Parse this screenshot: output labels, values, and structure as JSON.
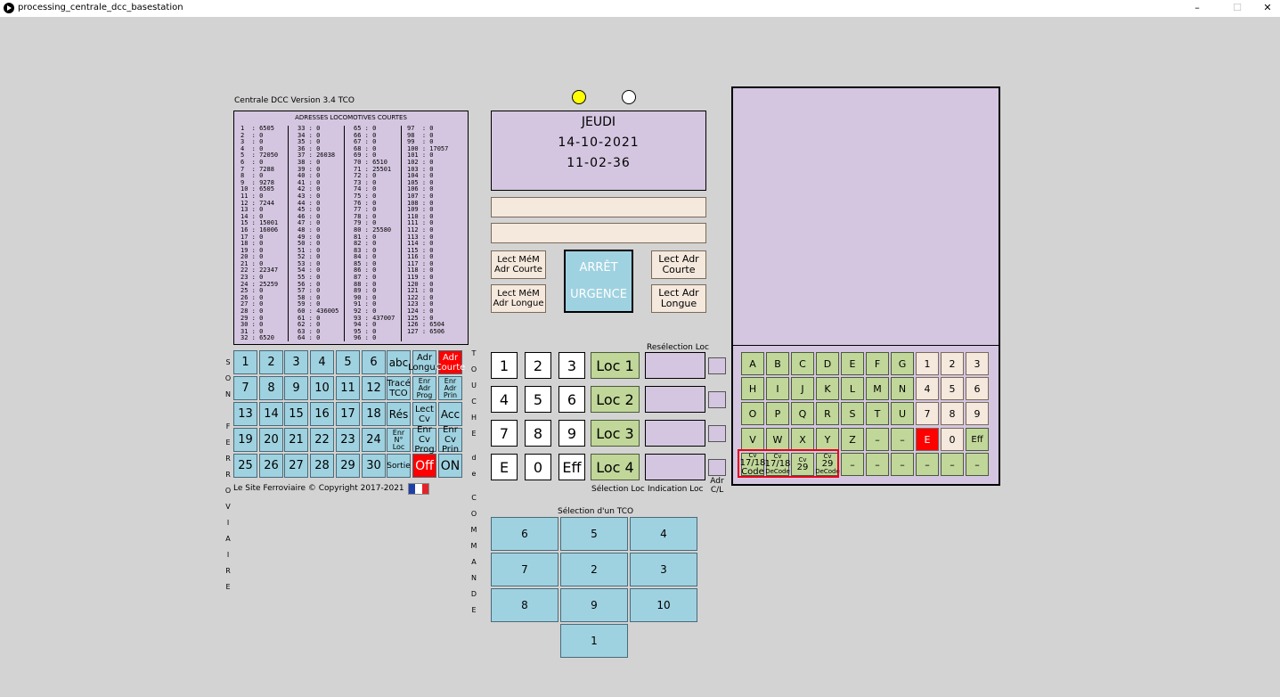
{
  "window": {
    "title": "processing_centrale_dcc_basestation",
    "minimize": "–",
    "maximize": "☐",
    "close": "✕"
  },
  "header": {
    "version": "Centrale DCC Version 3.4 TCO"
  },
  "addresses": {
    "title": "ADRESSES LOCOMOTIVES COURTES",
    "columns": [
      [
        "1  : 6505",
        "2  : 0",
        "3  : 0",
        "4  : 0",
        "5  : 72050",
        "6  : 0",
        "7  : 7288",
        "8  : 0",
        "9  : 9278",
        "10 : 6505",
        "11 : 0",
        "12 : 7244",
        "13 : 0",
        "14 : 0",
        "15 : 15001",
        "16 : 16006",
        "17 : 0",
        "18 : 0",
        "19 : 0",
        "20 : 0",
        "21 : 0",
        "22 : 22347",
        "23 : 0",
        "24 : 25259",
        "25 : 0",
        "26 : 0",
        "27 : 0",
        "28 : 0",
        "29 : 0",
        "30 : 0",
        "31 : 0",
        "32 : 6520"
      ],
      [
        "33 : 0",
        "34 : 0",
        "35 : 0",
        "36 : 0",
        "37 : 26038",
        "38 : 0",
        "39 : 0",
        "40 : 0",
        "41 : 0",
        "42 : 0",
        "43 : 0",
        "44 : 0",
        "45 : 0",
        "46 : 0",
        "47 : 0",
        "48 : 0",
        "49 : 0",
        "50 : 0",
        "51 : 0",
        "52 : 0",
        "53 : 0",
        "54 : 0",
        "55 : 0",
        "56 : 0",
        "57 : 0",
        "58 : 0",
        "59 : 0",
        "60 : 436005",
        "61 : 0",
        "62 : 0",
        "63 : 0",
        "64 : 0"
      ],
      [
        "65 : 0",
        "66 : 0",
        "67 : 0",
        "68 : 0",
        "69 : 0",
        "70 : 6510",
        "71 : 25501",
        "72 : 0",
        "73 : 0",
        "74 : 0",
        "75 : 0",
        "76 : 0",
        "77 : 0",
        "78 : 0",
        "79 : 0",
        "80 : 25580",
        "81 : 0",
        "82 : 0",
        "83 : 0",
        "84 : 0",
        "85 : 0",
        "86 : 0",
        "87 : 0",
        "88 : 0",
        "89 : 0",
        "90 : 0",
        "91 : 0",
        "92 : 0",
        "93 : 437007",
        "94 : 0",
        "95 : 0",
        "96 : 0"
      ],
      [
        "97  : 0",
        "98  : 0",
        "99  : 0",
        "100 : 17057",
        "101 : 0",
        "102 : 0",
        "103 : 0",
        "104 : 0",
        "105 : 0",
        "106 : 0",
        "107 : 0",
        "108 : 0",
        "109 : 0",
        "110 : 0",
        "111 : 0",
        "112 : 0",
        "113 : 0",
        "114 : 0",
        "115 : 0",
        "116 : 0",
        "117 : 0",
        "118 : 0",
        "119 : 0",
        "120 : 0",
        "121 : 0",
        "122 : 0",
        "123 : 0",
        "124 : 0",
        "125 : 0",
        "126 : 6504",
        "127 : 6506",
        ""
      ]
    ]
  },
  "sound_side_label": "S O N   F E R R O V I A I R E",
  "command_side_label": "T O U C H E  d e  C O M M A N D E",
  "sound_grid": {
    "rows": [
      [
        "1",
        "2",
        "3",
        "4",
        "5",
        "6",
        "abc",
        "Adr|Longue",
        "Adr|Courte"
      ],
      [
        "7",
        "8",
        "9",
        "10",
        "11",
        "12",
        "Tracé|TCO",
        "Enr|Adr|Prog",
        "Enr|Adr|Prin"
      ],
      [
        "13",
        "14",
        "15",
        "16",
        "17",
        "18",
        "Rés",
        "Lect|Cv",
        "Acc"
      ],
      [
        "19",
        "20",
        "21",
        "22",
        "23",
        "24",
        "Enr|N°|Loc",
        "Enr Cv|Prog",
        "Enr Cv|Prin"
      ],
      [
        "25",
        "26",
        "27",
        "28",
        "29",
        "30",
        "Sortie",
        "Off",
        "ON"
      ]
    ]
  },
  "copyright": "Le Site Ferroviaire © Copyright 2017-2021",
  "indicators": {
    "led1_color": "#ffff00",
    "led2_color": "#ffffff"
  },
  "datetime": {
    "day": "JEUDI",
    "date": "14-10-2021",
    "time": "11-02-36"
  },
  "buttons": {
    "lect_mem_courte": "Lect MéM|Adr Courte",
    "lect_mem_longue": "Lect MéM|Adr Longue",
    "emergency": "ARRÊT|URGENCE",
    "lect_adr_courte": "Lect Adr|Courte",
    "lect_adr_longue": "Lect Adr|Longue"
  },
  "keypad": {
    "keys": [
      "1",
      "2",
      "3",
      "4",
      "5",
      "6",
      "7",
      "8",
      "9",
      "E",
      "0",
      "Eff"
    ]
  },
  "locos": {
    "labels": [
      "Loc 1",
      "Loc 2",
      "Loc 3",
      "Loc 4"
    ],
    "reselect_label": "Resélection Loc",
    "selection_label": "Sélection Loc",
    "indication_label": "Indication Loc",
    "adr_cl_label": "Adr|C/L"
  },
  "keyboard": {
    "rows": [
      [
        "A",
        "B",
        "C",
        "D",
        "E",
        "F",
        "G",
        "1",
        "2",
        "3"
      ],
      [
        "H",
        "I",
        "J",
        "K",
        "L",
        "M",
        "N",
        "4",
        "5",
        "6"
      ],
      [
        "O",
        "P",
        "Q",
        "R",
        "S",
        "T",
        "U",
        "7",
        "8",
        "9"
      ],
      [
        "V",
        "W",
        "X",
        "Y",
        "Z",
        "–",
        "–",
        "E",
        "0",
        "Eff"
      ]
    ],
    "cv_buttons": [
      "Cv|17/18|Code",
      "Cv|17/18|DeCode",
      "Cv|29",
      "Cv|29|DeCode"
    ],
    "dashes": [
      "–",
      "–",
      "–",
      "–",
      "–",
      "–"
    ]
  },
  "tco": {
    "title": "Sélection d'un TCO",
    "rows": [
      [
        "6",
        "5",
        "4"
      ],
      [
        "7",
        "2",
        "3"
      ],
      [
        "8",
        "9",
        "10"
      ]
    ],
    "single": "1"
  },
  "colors": {
    "accent_red": "#ff0000",
    "blue": "#9fd2e0",
    "green": "#c1d79a",
    "lavender": "#d4c6e0",
    "highlight": "#e8001c"
  }
}
